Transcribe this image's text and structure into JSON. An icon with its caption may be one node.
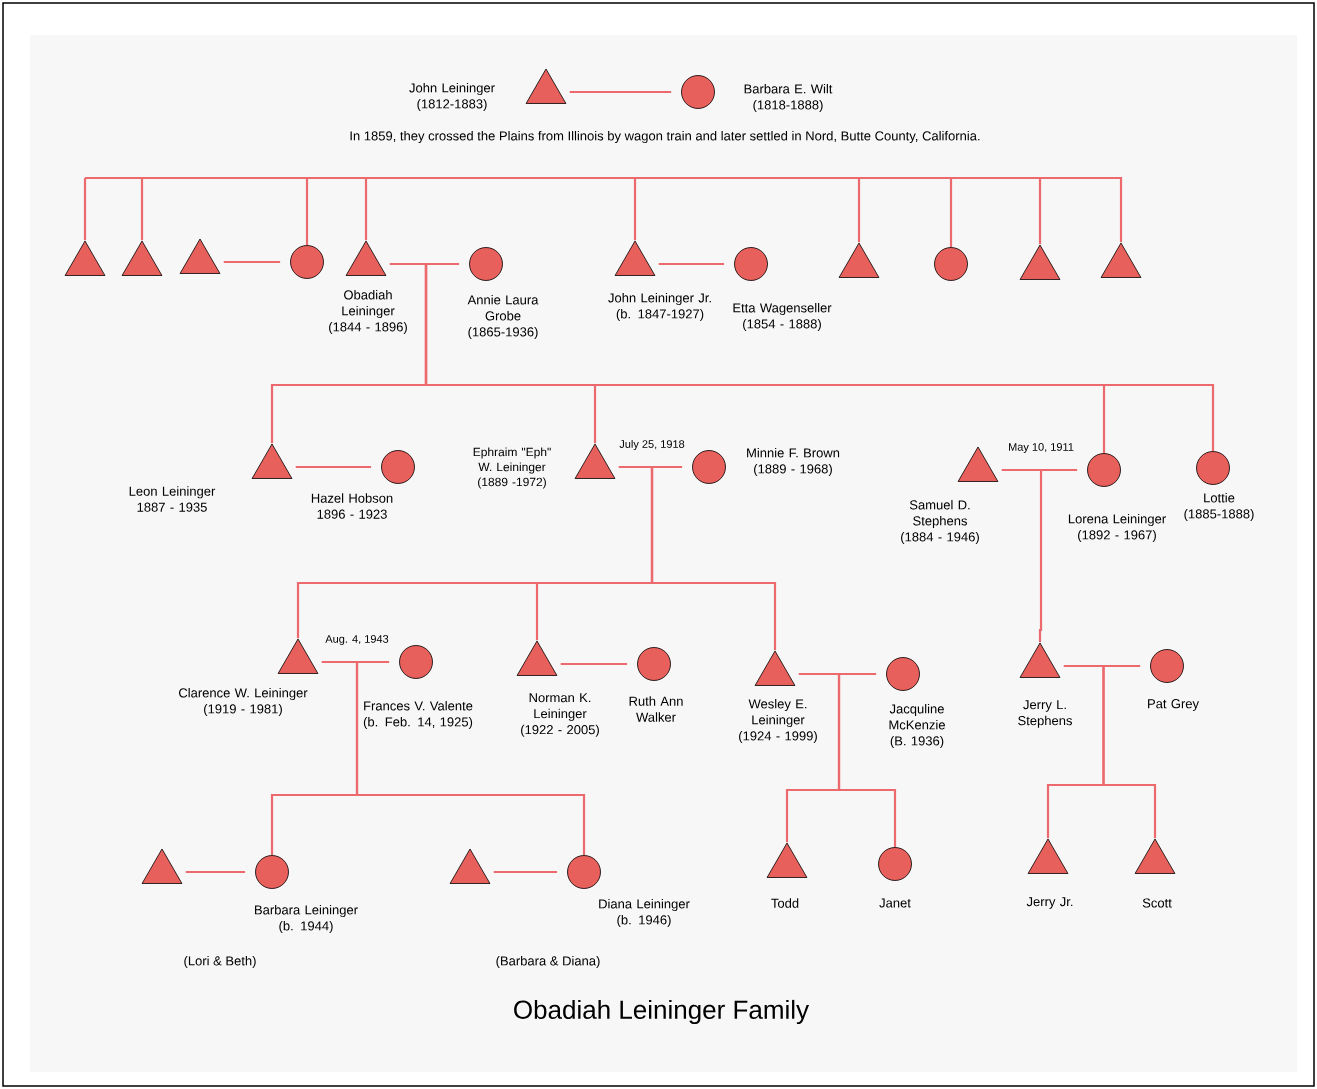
{
  "diagram": {
    "title": "Obadiah Leininger Family",
    "nodes": [
      {
        "text": [],
        "shape": "triangle",
        "beside": [
          "John Leininger",
          "(1812-1883)"
        ]
      },
      {
        "text": [],
        "shape": "circle",
        "beside": [
          "Barbara E. Wilt",
          "(1818-1888)"
        ]
      },
      {
        "text": [],
        "shape": "triangle"
      },
      {
        "text": [],
        "shape": "triangle"
      },
      {
        "text": [],
        "shape": "triangle"
      },
      {
        "text": [],
        "shape": "circle"
      },
      {
        "text": [],
        "shape": "triangle",
        "beside": [
          "Obadiah Leininger",
          "(1844 - 1896)"
        ]
      },
      {
        "text": [],
        "shape": "circle",
        "beside": [
          "Annie Laura Grobe",
          "(1865-1936)"
        ]
      },
      {
        "text": [],
        "shape": "triangle",
        "beside": [
          "John Leininger Jr.",
          "(b. 1847-1927)"
        ]
      },
      {
        "text": [],
        "shape": "circle",
        "beside": [
          "Etta Wagenseller",
          "(1854 - 1888)"
        ]
      },
      {
        "text": [],
        "shape": "triangle"
      },
      {
        "text": [],
        "shape": "circle"
      },
      {
        "text": [],
        "shape": "triangle"
      },
      {
        "text": [],
        "shape": "triangle"
      },
      {
        "text": [],
        "shape": "triangle",
        "beside": [
          "Leon Leininger",
          "1887 - 1935"
        ]
      },
      {
        "text": [],
        "shape": "circle",
        "beside": [
          "Hazel Hobson",
          "1896 - 1923"
        ]
      },
      {
        "text": [],
        "shape": "triangle",
        "beside": [
          "Ephraim \"Eph\" W. Leininger",
          "(1889 -1972)"
        ]
      },
      {
        "text": [],
        "shape": "circle",
        "beside": [
          "Minnie F. Brown",
          "(1889 - 1968)"
        ]
      },
      {
        "text": [],
        "shape": "triangle",
        "beside": [
          "Samuel D. Stephens",
          "(1884 - 1946)"
        ]
      },
      {
        "text": [],
        "shape": "circle",
        "beside": [
          "Lorena Leininger",
          "(1892 - 1967)"
        ]
      },
      {
        "text": [],
        "shape": "circle",
        "beside": [
          "Lottie",
          "(1885-1888)"
        ]
      },
      {
        "text": [],
        "shape": "triangle",
        "beside": [
          "Clarence W. Leininger",
          "(1919 - 1981)"
        ]
      },
      {
        "text": [],
        "shape": "circle",
        "beside": [
          "Frances V. Valente",
          "(b. Feb. 14, 1925)"
        ]
      },
      {
        "text": [],
        "shape": "triangle",
        "beside": [
          "Norman K. Leininger",
          "(1922 - 2005)"
        ]
      },
      {
        "text": [],
        "shape": "circle",
        "beside": [
          "Ruth Ann Walker"
        ]
      },
      {
        "text": [],
        "shape": "triangle",
        "beside": [
          "Wesley E. Leininger",
          "(1924 - 1999)"
        ]
      },
      {
        "text": [],
        "shape": "circle",
        "beside": [
          "Jacquline McKenzie",
          "(B. 1936)"
        ]
      },
      {
        "text": [],
        "shape": "triangle",
        "beside": [
          "Jerry L. Stephens"
        ]
      },
      {
        "text": [],
        "shape": "circle",
        "beside": [
          "Pat Grey"
        ]
      },
      {
        "text": [],
        "shape": "triangle"
      },
      {
        "text": [],
        "shape": "circle",
        "beside": [
          "Barbara Leininger",
          "(b. 1944)"
        ]
      },
      {
        "text": [],
        "shape": "triangle"
      },
      {
        "text": [],
        "shape": "circle",
        "beside": [
          "Diana Leininger",
          "(b. 1946)"
        ]
      },
      {
        "text": [],
        "shape": "triangle",
        "beside": [
          "Todd"
        ]
      },
      {
        "text": [],
        "shape": "circle",
        "beside": [
          "Janet"
        ]
      },
      {
        "text": [],
        "shape": "triangle",
        "beside": [
          "Jerry Jr."
        ]
      },
      {
        "text": [],
        "shape": "triangle",
        "beside": [
          "Scott"
        ]
      }
    ],
    "edges": [
      {
        "from": 0,
        "to": 1,
        "arrow": "none"
      },
      {
        "from": 4,
        "to": 5,
        "arrow": "none"
      },
      {
        "from": 6,
        "to": 7,
        "arrow": "none"
      },
      {
        "from": 8,
        "to": 9,
        "arrow": "none"
      },
      {
        "from": 14,
        "to": 15,
        "arrow": "none"
      },
      {
        "from": 16,
        "to": 17,
        "arrow": "none",
        "label": "July 25, 1918"
      },
      {
        "from": 18,
        "to": 19,
        "arrow": "none",
        "label": "May 10, 1911"
      },
      {
        "from": 21,
        "to": 22,
        "arrow": "none",
        "label": "Aug. 4, 1943"
      },
      {
        "from": 23,
        "to": 24,
        "arrow": "none"
      },
      {
        "from": 25,
        "to": 26,
        "arrow": "none"
      },
      {
        "from": 27,
        "to": 28,
        "arrow": "none"
      },
      {
        "from": 29,
        "to": 30,
        "arrow": "none"
      },
      {
        "from": 31,
        "to": 32,
        "arrow": "none"
      },
      {
        "from": null,
        "to": 2,
        "arrow": "none"
      },
      {
        "from": null,
        "to": 3,
        "arrow": "none"
      },
      {
        "from": null,
        "to": 5,
        "arrow": "none"
      },
      {
        "from": null,
        "to": 6,
        "arrow": "none"
      },
      {
        "from": null,
        "to": 8,
        "arrow": "none"
      },
      {
        "from": null,
        "to": 10,
        "arrow": "none"
      },
      {
        "from": null,
        "to": 11,
        "arrow": "none"
      },
      {
        "from": null,
        "to": 12,
        "arrow": "none"
      },
      {
        "from": null,
        "to": 13,
        "arrow": "none"
      },
      {
        "from": 6,
        "to": 14,
        "arrow": "none"
      },
      {
        "from": 6,
        "to": 16,
        "arrow": "none"
      },
      {
        "from": 6,
        "to": 19,
        "arrow": "none"
      },
      {
        "from": 6,
        "to": 20,
        "arrow": "none"
      },
      {
        "from": 16,
        "to": 21,
        "arrow": "none"
      },
      {
        "from": 16,
        "to": 23,
        "arrow": "none"
      },
      {
        "from": 16,
        "to": 25,
        "arrow": "none"
      },
      {
        "from": 19,
        "to": 27,
        "arrow": "none"
      },
      {
        "from": 21,
        "to": 30,
        "arrow": "none"
      },
      {
        "from": 21,
        "to": 32,
        "arrow": "none"
      },
      {
        "from": 25,
        "to": 33,
        "arrow": "none"
      },
      {
        "from": 25,
        "to": 34,
        "arrow": "none"
      },
      {
        "from": 27,
        "to": 35,
        "arrow": "none"
      },
      {
        "from": 27,
        "to": 36,
        "arrow": "none"
      }
    ],
    "labels": [
      "In 1859, they crossed the Plains from Illinois by wagon train and later settled in Nord, Butte County, California.",
      "(Lori & Beth)",
      "(Barbara & Diana)"
    ]
  }
}
